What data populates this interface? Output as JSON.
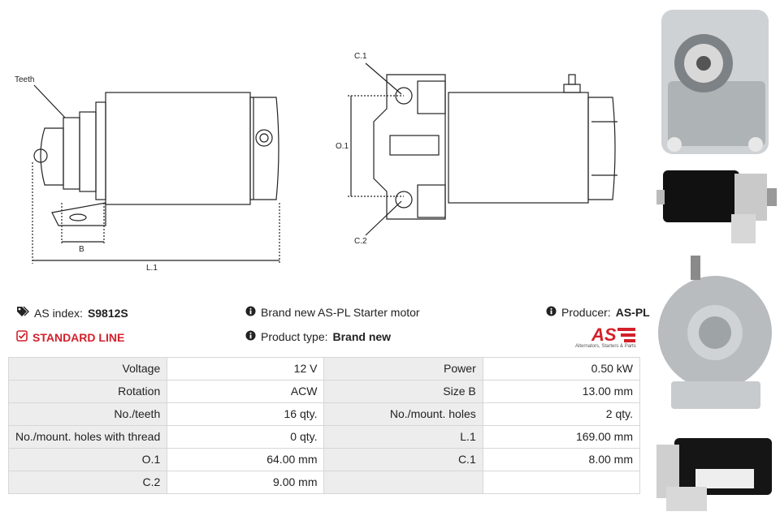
{
  "drawing": {
    "teeth_label": "Teeth",
    "b_label": "B",
    "l1_label": "L.1",
    "c1_label": "C.1",
    "o1_label": "O.1",
    "c2_label": "C.2"
  },
  "info": {
    "as_index_label": "AS index:",
    "as_index_value": "S9812S",
    "standard_line": "STANDARD LINE",
    "description": "Brand new AS-PL Starter motor",
    "product_type_label": "Product type:",
    "product_type_value": "Brand new",
    "producer_label": "Producer:",
    "producer_value": "AS-PL"
  },
  "logo": {
    "text": "AS",
    "subtitle": "Alternators, Starters & Parts"
  },
  "specs": [
    {
      "k1": "Voltage",
      "v1": "12 V",
      "k2": "Power",
      "v2": "0.50 kW"
    },
    {
      "k1": "Rotation",
      "v1": "ACW",
      "k2": "Size B",
      "v2": "13.00 mm"
    },
    {
      "k1": "No./teeth",
      "v1": "16 qty.",
      "k2": "No./mount. holes",
      "v2": "2 qty."
    },
    {
      "k1": "No./mount. holes with thread",
      "v1": "0 qty.",
      "k2": "L.1",
      "v2": "169.00 mm"
    },
    {
      "k1": "O.1",
      "v1": "64.00 mm",
      "k2": "C.1",
      "v2": "8.00 mm"
    },
    {
      "k1": "C.2",
      "v1": "9.00 mm",
      "k2": "",
      "v2": ""
    }
  ],
  "colors": {
    "accent_red": "#d4202b",
    "table_key_bg": "#ededed",
    "border": "#d7d7d7"
  },
  "icons": [
    "tags-icon",
    "check-square-icon",
    "info-circle-icon"
  ]
}
